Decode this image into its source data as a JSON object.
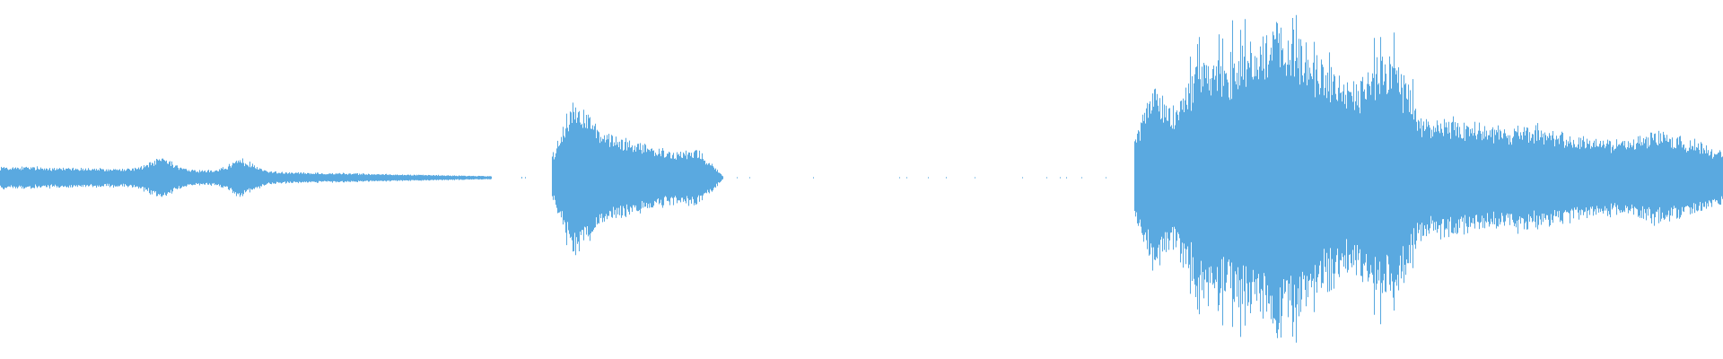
{
  "waveform": {
    "color": "#5aa9e0",
    "background": "#ffffff",
    "channels": 1,
    "segments": [
      {
        "start": 0.0,
        "end": 0.285,
        "peak": 0.07,
        "profile": "low-hum-with-two-bumps"
      },
      {
        "start": 0.32,
        "end": 0.42,
        "peak": 0.24,
        "profile": "attack-then-sustain"
      },
      {
        "start": 0.658,
        "end": 1.0,
        "peak": 0.42,
        "profile": "loud-body-then-tail"
      }
    ]
  }
}
